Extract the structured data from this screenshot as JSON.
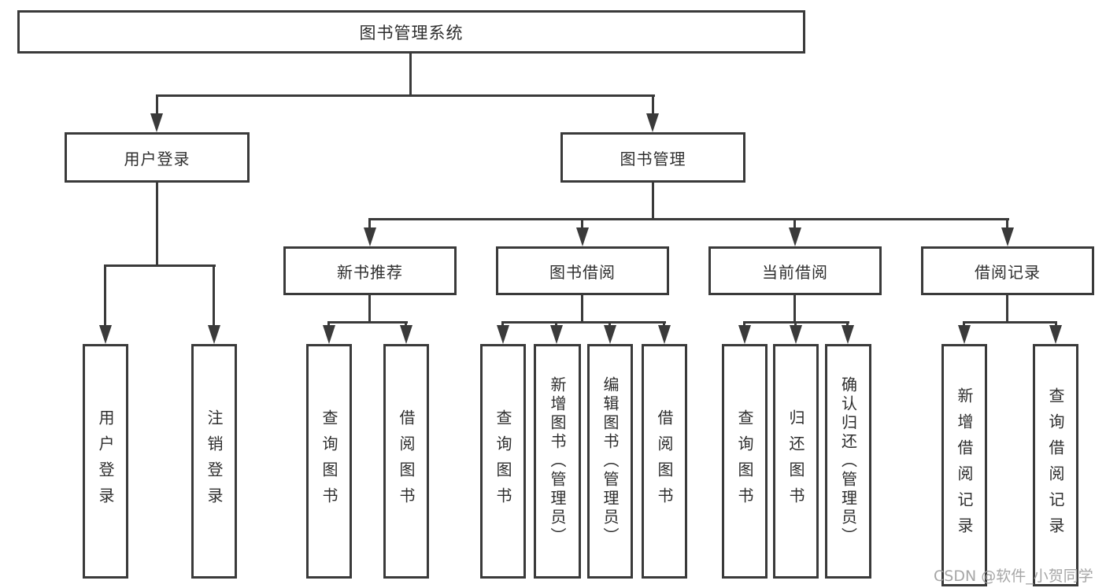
{
  "tree": {
    "root": "图书管理系统",
    "branches": [
      {
        "label": "用户登录",
        "leaves": [
          "用户登录",
          "注销登录"
        ]
      },
      {
        "label": "图书管理",
        "groups": [
          {
            "label": "新书推荐",
            "leaves": [
              "查询图书",
              "借阅图书"
            ]
          },
          {
            "label": "图书借阅",
            "leaves": [
              "查询图书",
              "新增图书（管理员）",
              "编辑图书（管理员）",
              "借阅图书"
            ]
          },
          {
            "label": "当前借阅",
            "leaves": [
              "查询图书",
              "归还图书",
              "确认归还（管理员）"
            ]
          },
          {
            "label": "借阅记录",
            "leaves": [
              "新增借阅记录",
              "查询借阅记录"
            ]
          }
        ]
      }
    ]
  },
  "watermark": "CSDN @软件_小贺同学",
  "colors": {
    "line": "#3a3a3a",
    "text": "#2e2e2e",
    "background": "#ffffff",
    "watermark": "#9e9e9e"
  }
}
